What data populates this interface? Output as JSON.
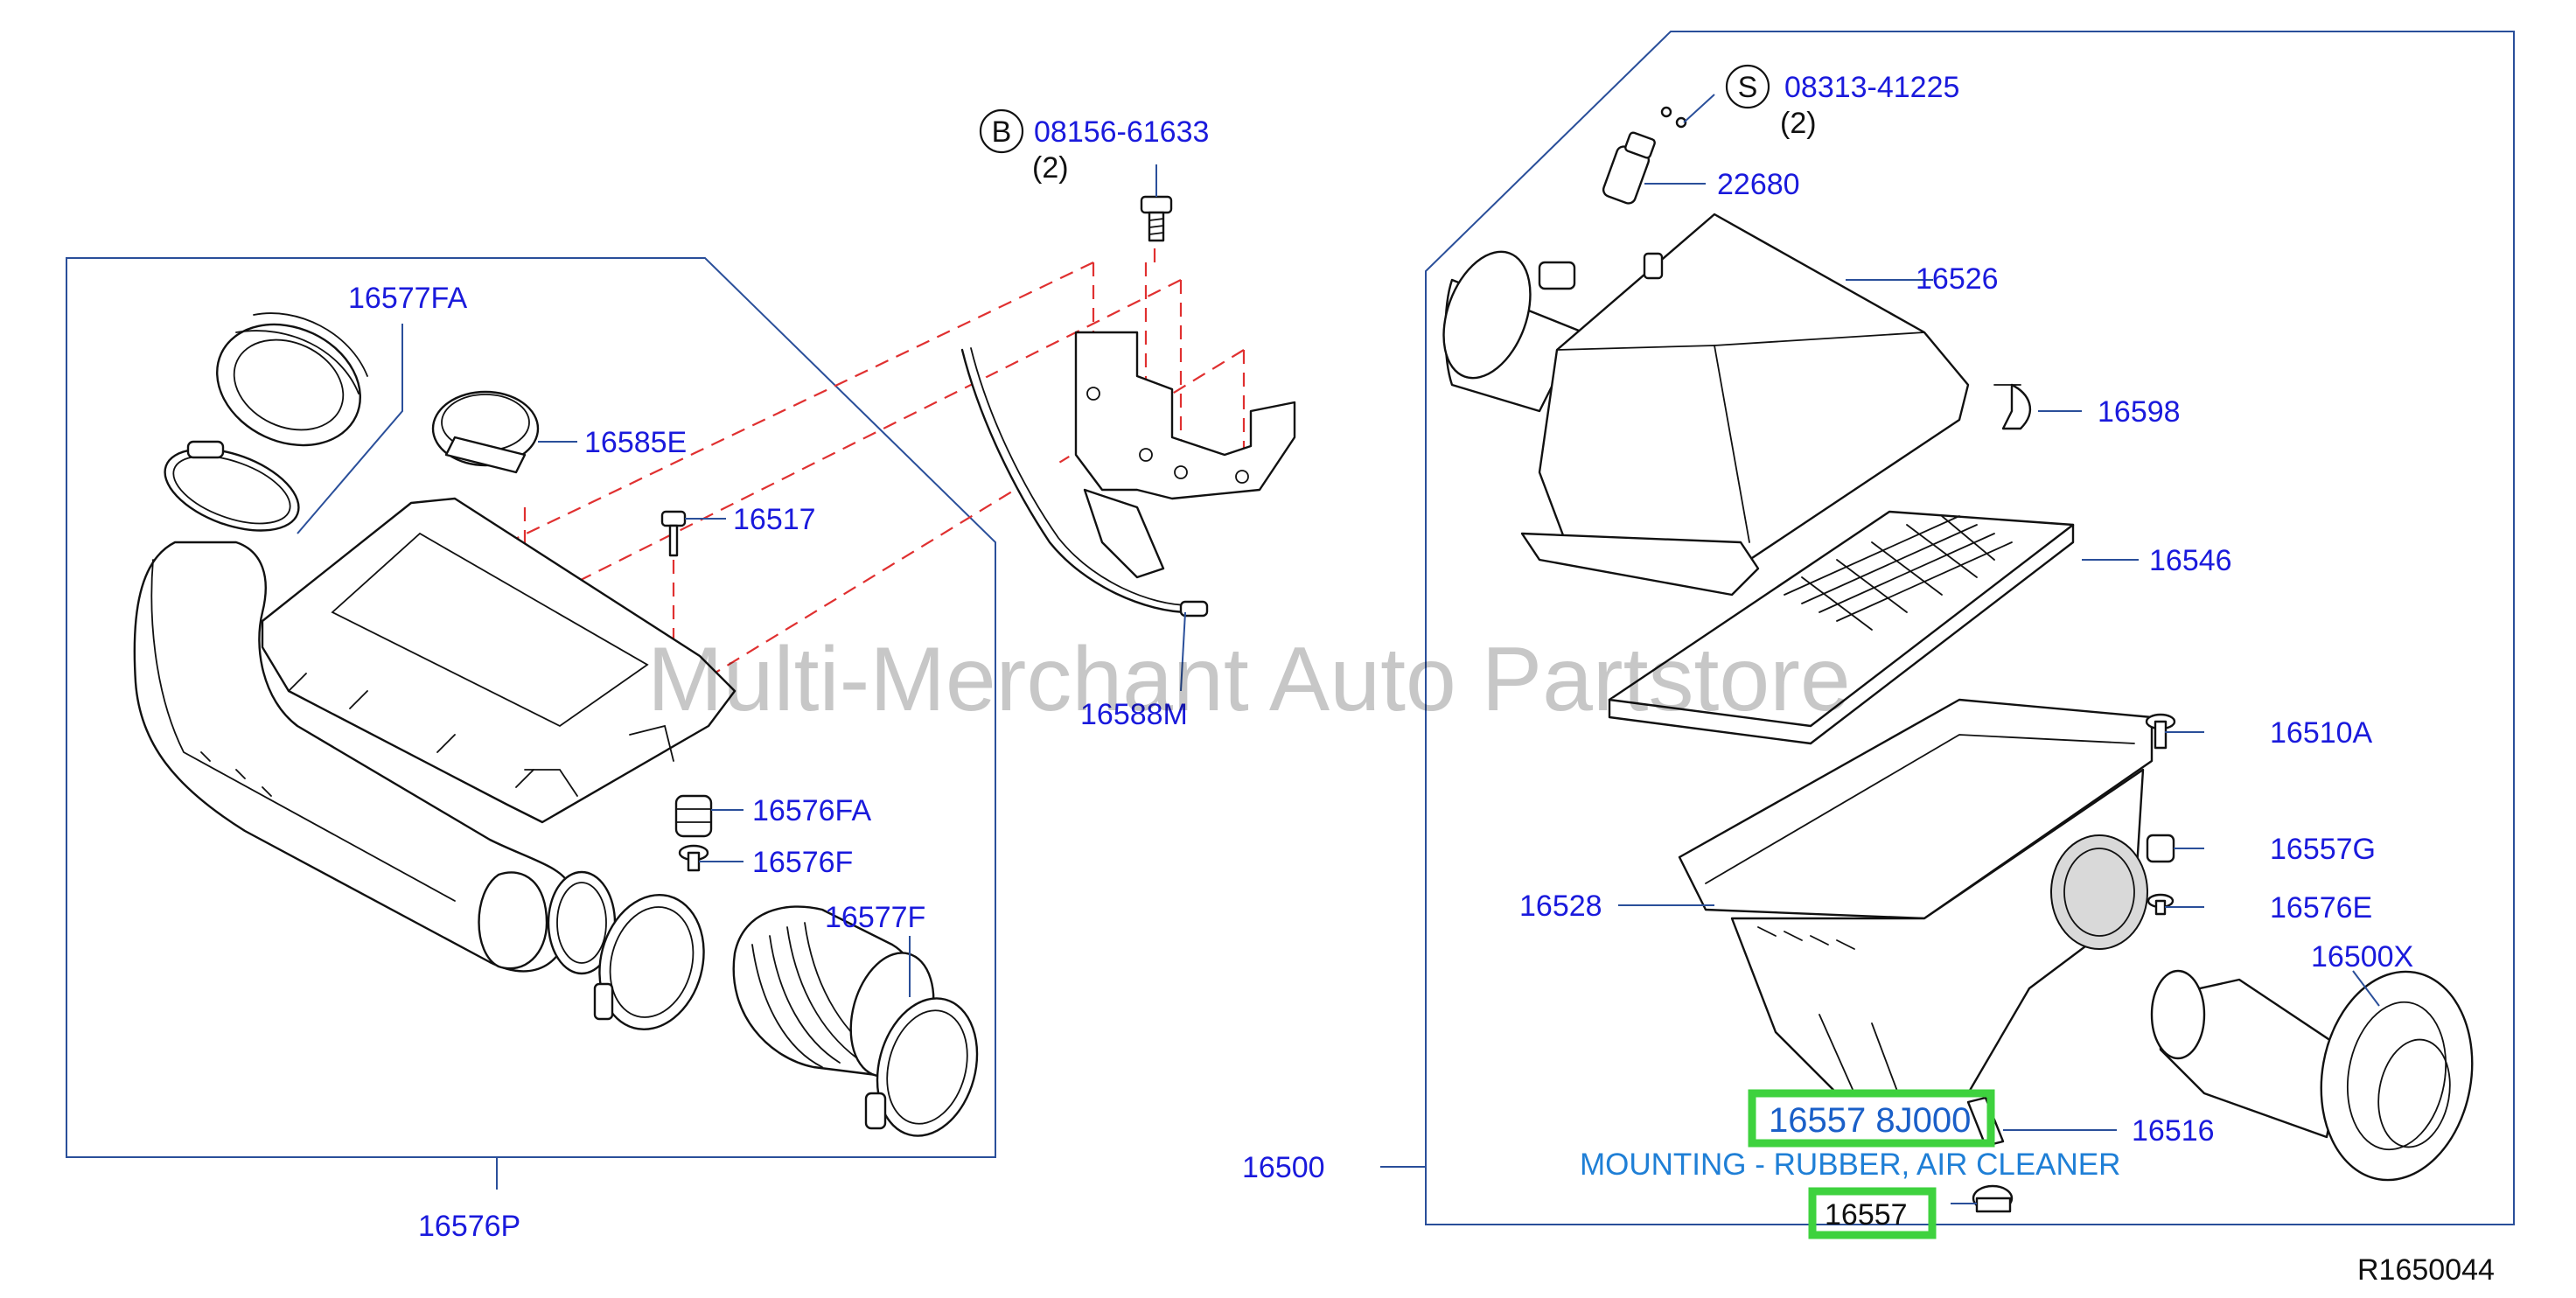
{
  "diagram": {
    "watermark": "Multi-Merchant Auto Partstore",
    "reference_code": "R1650044",
    "colors": {
      "label_blue": "#1a1adc",
      "highlight_green": "#3ed23e",
      "leader_line": "#2a4f9a",
      "dash_red": "#e03030",
      "description_blue": "#1f7fd6"
    },
    "callouts": {
      "bolt_b_letter": "B",
      "bolt_b_number": "08156-61633",
      "bolt_b_qty": "(2)",
      "screw_s_letter": "S",
      "screw_s_number": "08313-41225",
      "screw_s_qty": "(2)"
    },
    "parts": {
      "p16577FA": "16577FA",
      "p16585E": "16585E",
      "p16517": "16517",
      "p16588M": "16588M",
      "p16576FA": "16576FA",
      "p16576F": "16576F",
      "p16577F": "16577F",
      "p16576P": "16576P",
      "p22680": "22680",
      "p16526": "16526",
      "p16598": "16598",
      "p16546": "16546",
      "p16510A": "16510A",
      "p16557G": "16557G",
      "p16576E": "16576E",
      "p16528": "16528",
      "p16500X": "16500X",
      "p16500": "16500",
      "p16516": "16516"
    },
    "highlighted": {
      "primary_number": "16557 8J000",
      "description": "MOUNTING - RUBBER, AIR CLEANER",
      "secondary_number": "16557"
    }
  }
}
